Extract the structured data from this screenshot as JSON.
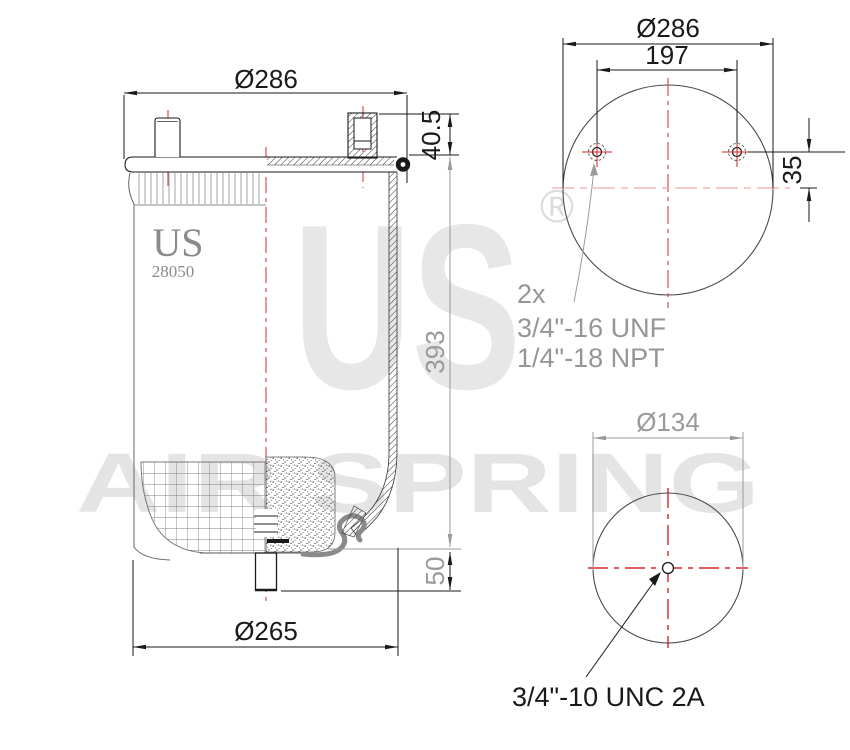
{
  "drawing": {
    "watermark": {
      "brand": "US",
      "registered": "®",
      "name": "AIR SPRING"
    },
    "brand_stamp": {
      "brand": "US",
      "part_number": "28050"
    },
    "side_view": {
      "dim_plate_diameter": "Ø286",
      "dim_top_height": "40.5",
      "dim_body_height": "393",
      "dim_stud_length": "50",
      "dim_base_diameter": "Ø265"
    },
    "top_view": {
      "dim_plate_diameter": "Ø286",
      "dim_stud_spacing": "197",
      "dim_stud_offset": "35",
      "callout_qty": "2x",
      "callout_stud_thread": "3/4\"-16 UNF",
      "callout_port_thread": "1/4\"-18 NPT"
    },
    "bottom_view": {
      "dim_piston_diameter": "Ø134",
      "callout_stud_thread": "3/4\"-10 UNC 2A"
    },
    "colors": {
      "line_black": "#1a1a1a",
      "dim_gray": "#9a9a9a",
      "centerline_red": "#d84040",
      "centerline_pale_red": "#f0aaaa",
      "watermark_gray": "#e6e6e6"
    }
  }
}
